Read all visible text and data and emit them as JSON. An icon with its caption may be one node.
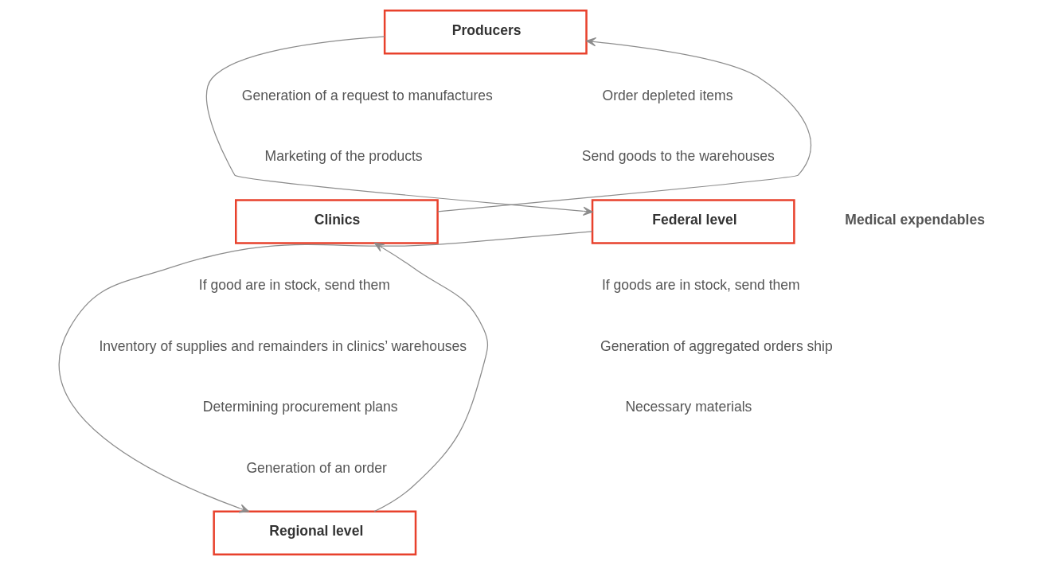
{
  "diagram": {
    "nodes": [
      {
        "text": [
          "Producers"
        ]
      },
      {
        "text": [
          "Federal level"
        ]
      },
      {
        "text": [
          "Regional level"
        ]
      },
      {
        "text": [
          "Clinics"
        ]
      }
    ],
    "edges": [
      {
        "from": 3,
        "to": 0,
        "arrow": "to"
      },
      {
        "from": 0,
        "to": 1,
        "arrow": "to"
      },
      {
        "from": 1,
        "to": 2,
        "arrow": "to"
      },
      {
        "from": 2,
        "to": 3,
        "arrow": "to"
      }
    ],
    "labels": [
      "Generation of a request to manufactures",
      "Order depleted items",
      "Marketing of the products",
      "Send goods to the warehouses",
      "Medical expendables",
      "If good are in stock, send them",
      "If goods are in stock, send them",
      "Inventory of supplies and remainders in clinics’ warehouses",
      "Generation of aggregated orders ship",
      "Determining procurement plans",
      "Necessary materials",
      "Generation of an order"
    ]
  }
}
